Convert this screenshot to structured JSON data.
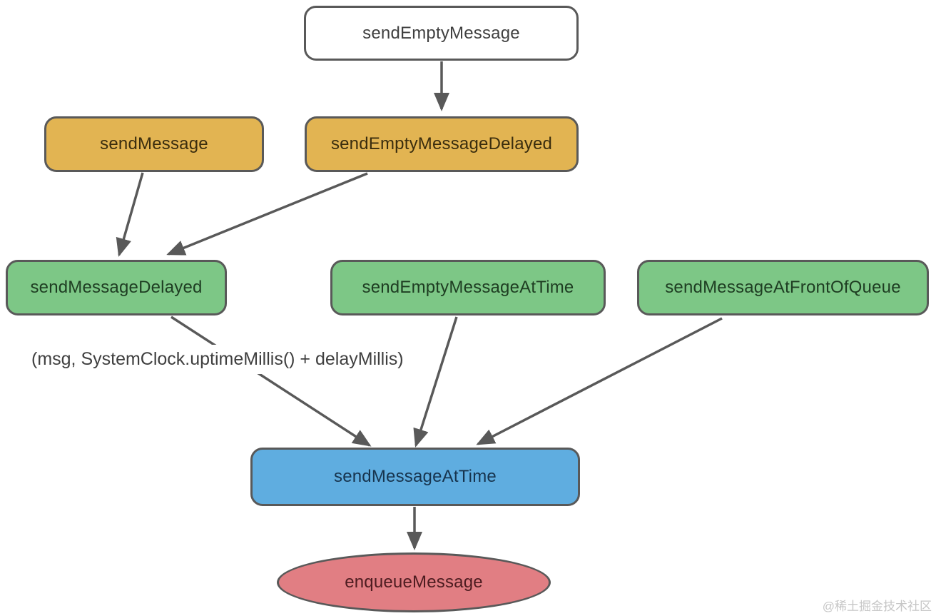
{
  "diagram": {
    "type": "flowchart",
    "description": "Handler message-sending API call flow",
    "colors": {
      "node_border": "#595959",
      "edge_stroke": "#595959",
      "start_fill": "#ffffff",
      "level1_fill": "#e2b452",
      "level2_fill": "#7dc786",
      "sink_fill": "#5fade0",
      "terminator_fill": "#e17e83",
      "annotation_text": "#3f3f3f",
      "watermark_text": "#c6c6c6"
    },
    "nodes": [
      {
        "id": "sendEmptyMessage",
        "label": "sendEmptyMessage",
        "shape": "rounded-rect",
        "fill": "#ffffff"
      },
      {
        "id": "sendMessage",
        "label": "sendMessage",
        "shape": "rounded-rect",
        "fill": "#e2b452"
      },
      {
        "id": "sendEmptyMessageDelayed",
        "label": "sendEmptyMessageDelayed",
        "shape": "rounded-rect",
        "fill": "#e2b452"
      },
      {
        "id": "sendMessageDelayed",
        "label": "sendMessageDelayed",
        "shape": "rounded-rect",
        "fill": "#7dc786"
      },
      {
        "id": "sendEmptyMessageAtTime",
        "label": "sendEmptyMessageAtTime",
        "shape": "rounded-rect",
        "fill": "#7dc786"
      },
      {
        "id": "sendMessageAtFrontOfQueue",
        "label": "sendMessageAtFrontOfQueue",
        "shape": "rounded-rect",
        "fill": "#7dc786"
      },
      {
        "id": "sendMessageAtTime",
        "label": "sendMessageAtTime",
        "shape": "rounded-rect",
        "fill": "#5fade0"
      },
      {
        "id": "enqueueMessage",
        "label": "enqueueMessage",
        "shape": "ellipse",
        "fill": "#e17e83"
      }
    ],
    "edges": [
      {
        "from": "sendEmptyMessage",
        "to": "sendEmptyMessageDelayed"
      },
      {
        "from": "sendMessage",
        "to": "sendMessageDelayed"
      },
      {
        "from": "sendEmptyMessageDelayed",
        "to": "sendMessageDelayed"
      },
      {
        "from": "sendMessageDelayed",
        "to": "sendMessageAtTime"
      },
      {
        "from": "sendEmptyMessageAtTime",
        "to": "sendMessageAtTime"
      },
      {
        "from": "sendMessageAtFrontOfQueue",
        "to": "sendMessageAtTime"
      },
      {
        "from": "sendMessageAtTime",
        "to": "enqueueMessage"
      }
    ],
    "annotation": "(msg, SystemClock.uptimeMillis() + delayMillis)",
    "watermark": "@稀土掘金技术社区"
  }
}
